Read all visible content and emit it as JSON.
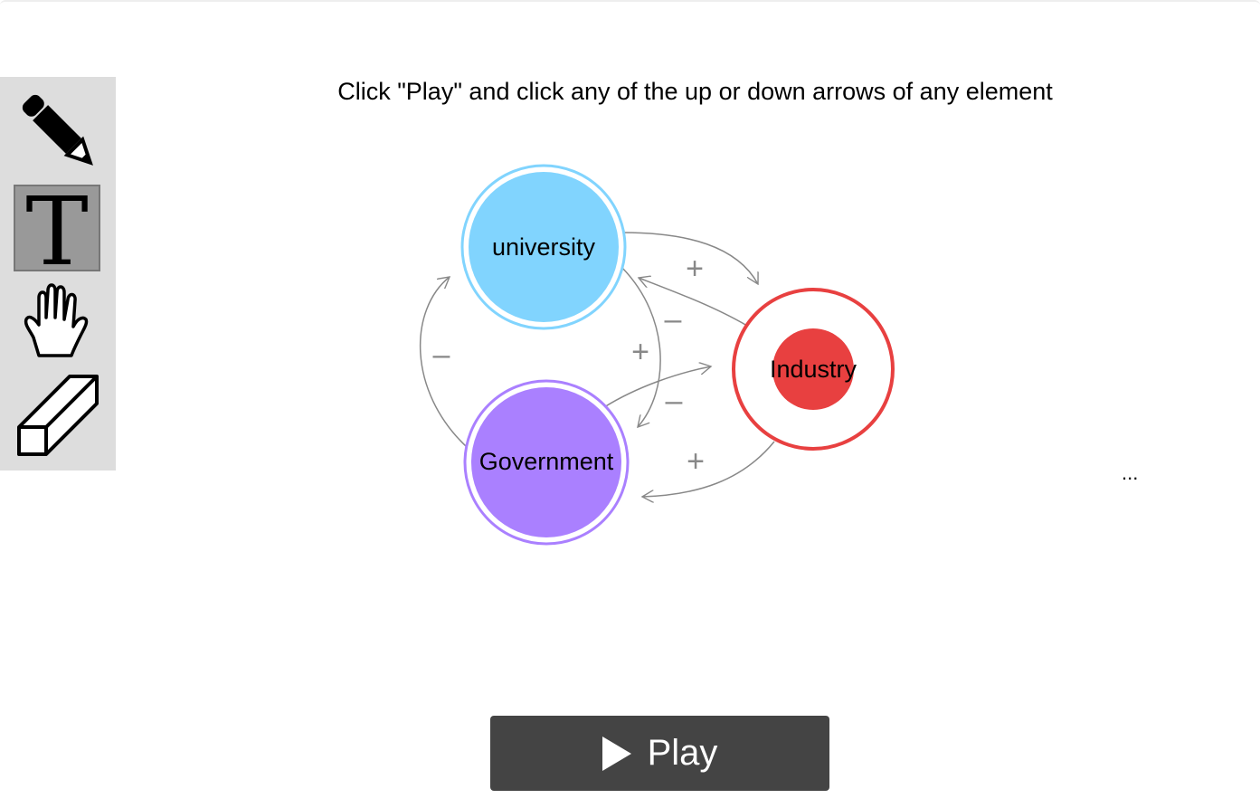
{
  "instruction": "Click \"Play\" and click any of the up or down arrows of any element",
  "toolbar": {
    "tools": [
      {
        "name": "pencil",
        "icon": "pencil-icon",
        "selected": false
      },
      {
        "name": "text",
        "icon": "text-icon",
        "selected": true
      },
      {
        "name": "hand",
        "icon": "hand-icon",
        "selected": false
      },
      {
        "name": "eraser",
        "icon": "eraser-icon",
        "selected": false
      }
    ]
  },
  "diagram": {
    "nodes": {
      "university": {
        "label": "university",
        "color": "#81d4fe"
      },
      "industry": {
        "label": "Industry",
        "color": "#e84040"
      },
      "government": {
        "label": "Government",
        "color": "#aa80ff"
      }
    },
    "signs": {
      "univ_to_industry": "+",
      "industry_to_univ": "–",
      "univ_to_gov": "+",
      "gov_to_univ": "–",
      "gov_to_industry": "–",
      "industry_to_gov": "+"
    },
    "arrow_color": "#888888"
  },
  "ellipsis": "...",
  "play_button": {
    "label": "Play",
    "icon": "play-icon",
    "color": "#444444"
  }
}
